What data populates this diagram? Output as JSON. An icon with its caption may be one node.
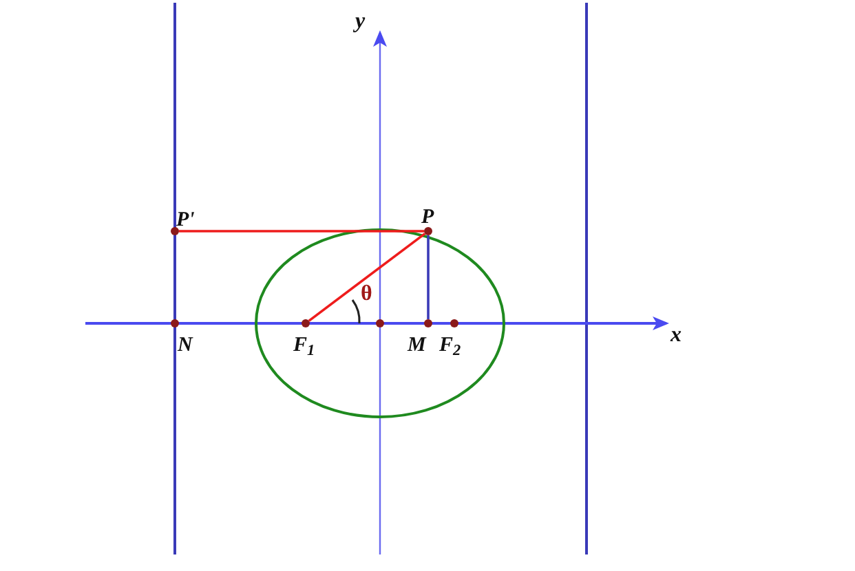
{
  "diagram": {
    "nodes": [
      {
        "text": [
          "P'"
        ]
      },
      {
        "text": [
          "P"
        ]
      },
      {
        "text": [
          "N"
        ]
      },
      {
        "text": [
          "F$_{1}$"
        ]
      },
      {
        "text": [],
        "shape": "circle"
      },
      {
        "text": [
          "M"
        ]
      },
      {
        "text": [
          "F$_{2}$"
        ]
      }
    ],
    "edges": [
      {
        "from": 0,
        "to": 1,
        "arrow": "none"
      },
      {
        "from": 3,
        "to": 1,
        "arrow": "none"
      },
      {
        "from": 1,
        "to": 5,
        "arrow": "none",
        "color": "#3a3ab8"
      }
    ],
    "labels": [
      "y",
      "x",
      "θ"
    ]
  }
}
